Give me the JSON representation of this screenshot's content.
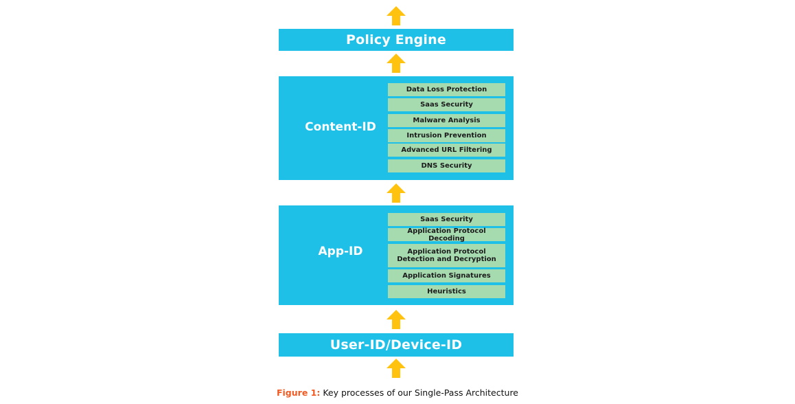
{
  "colors": {
    "block": "#1ec0e8",
    "item": "#a6dbb0",
    "arrow": "#ffc20e",
    "figure_label": "#f15a22"
  },
  "policy_engine": {
    "label": "Policy Engine"
  },
  "content_id": {
    "label": "Content-ID",
    "items": [
      "Data Loss Protection",
      "Saas Security",
      "Malware Analysis",
      "Intrusion Prevention",
      "Advanced URL Filtering",
      "DNS Security"
    ]
  },
  "app_id": {
    "label": "App-ID",
    "items": [
      "Saas Security",
      "Application Protocol Decoding",
      "Application Protocol Detection and Decryption",
      "Application Signatures",
      "Heuristics"
    ]
  },
  "user_id": {
    "label": "User-ID/Device-ID"
  },
  "caption": {
    "figure_label": "Figure 1:",
    "text": "Key processes of our Single-Pass Architecture"
  },
  "icons": {
    "arrow": "up-arrow-icon"
  }
}
